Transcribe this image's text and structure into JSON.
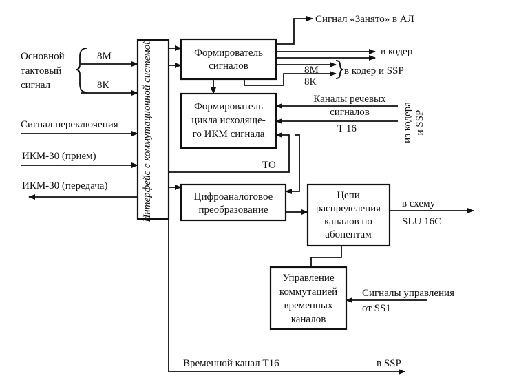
{
  "diagram": {
    "interface_block": "Интерфейс с коммутационной системой",
    "signal_former": [
      "Формирователь",
      "сигналов"
    ],
    "cycle_former": [
      "Формирователь",
      "цикла исходяще-",
      "го ИКМ сигнала"
    ],
    "dac": [
      "Цифроаналоговое",
      "преобразование"
    ],
    "distribution": [
      "Цепи",
      "распределения",
      "каналов по",
      "абонентам"
    ],
    "switch_control": [
      "Управление",
      "коммутацией",
      "временных",
      "каналов"
    ],
    "inputs": {
      "clock": [
        "Основной",
        "тактовый",
        "сигнал"
      ],
      "clock_8m": "8М",
      "clock_8k": "8К",
      "switch_signal": "Сигнал переключения",
      "ikm_rx": "ИКМ-30 (прием)",
      "ikm_tx": "ИКМ-30 (передача)"
    },
    "outputs": {
      "busy": "Сигнал «Занято» в АЛ",
      "to_coder": "в кодер",
      "out_8m": "8М",
      "out_8k": "8К",
      "to_coder_ssp": "в кодер и SSP",
      "voice_channels": [
        "Каналы речевых",
        "сигналов"
      ],
      "t16_in": "Т 16",
      "from_coder": [
        "из кодера",
        "и SSP"
      ],
      "to": "ТО",
      "to_scheme": "в схему",
      "slu": "SLU 16C",
      "control_signals": [
        "Сигналы управления",
        "от SS1"
      ],
      "time_channel": "Временной канал Т16",
      "to_ssp": "в SSP"
    }
  }
}
